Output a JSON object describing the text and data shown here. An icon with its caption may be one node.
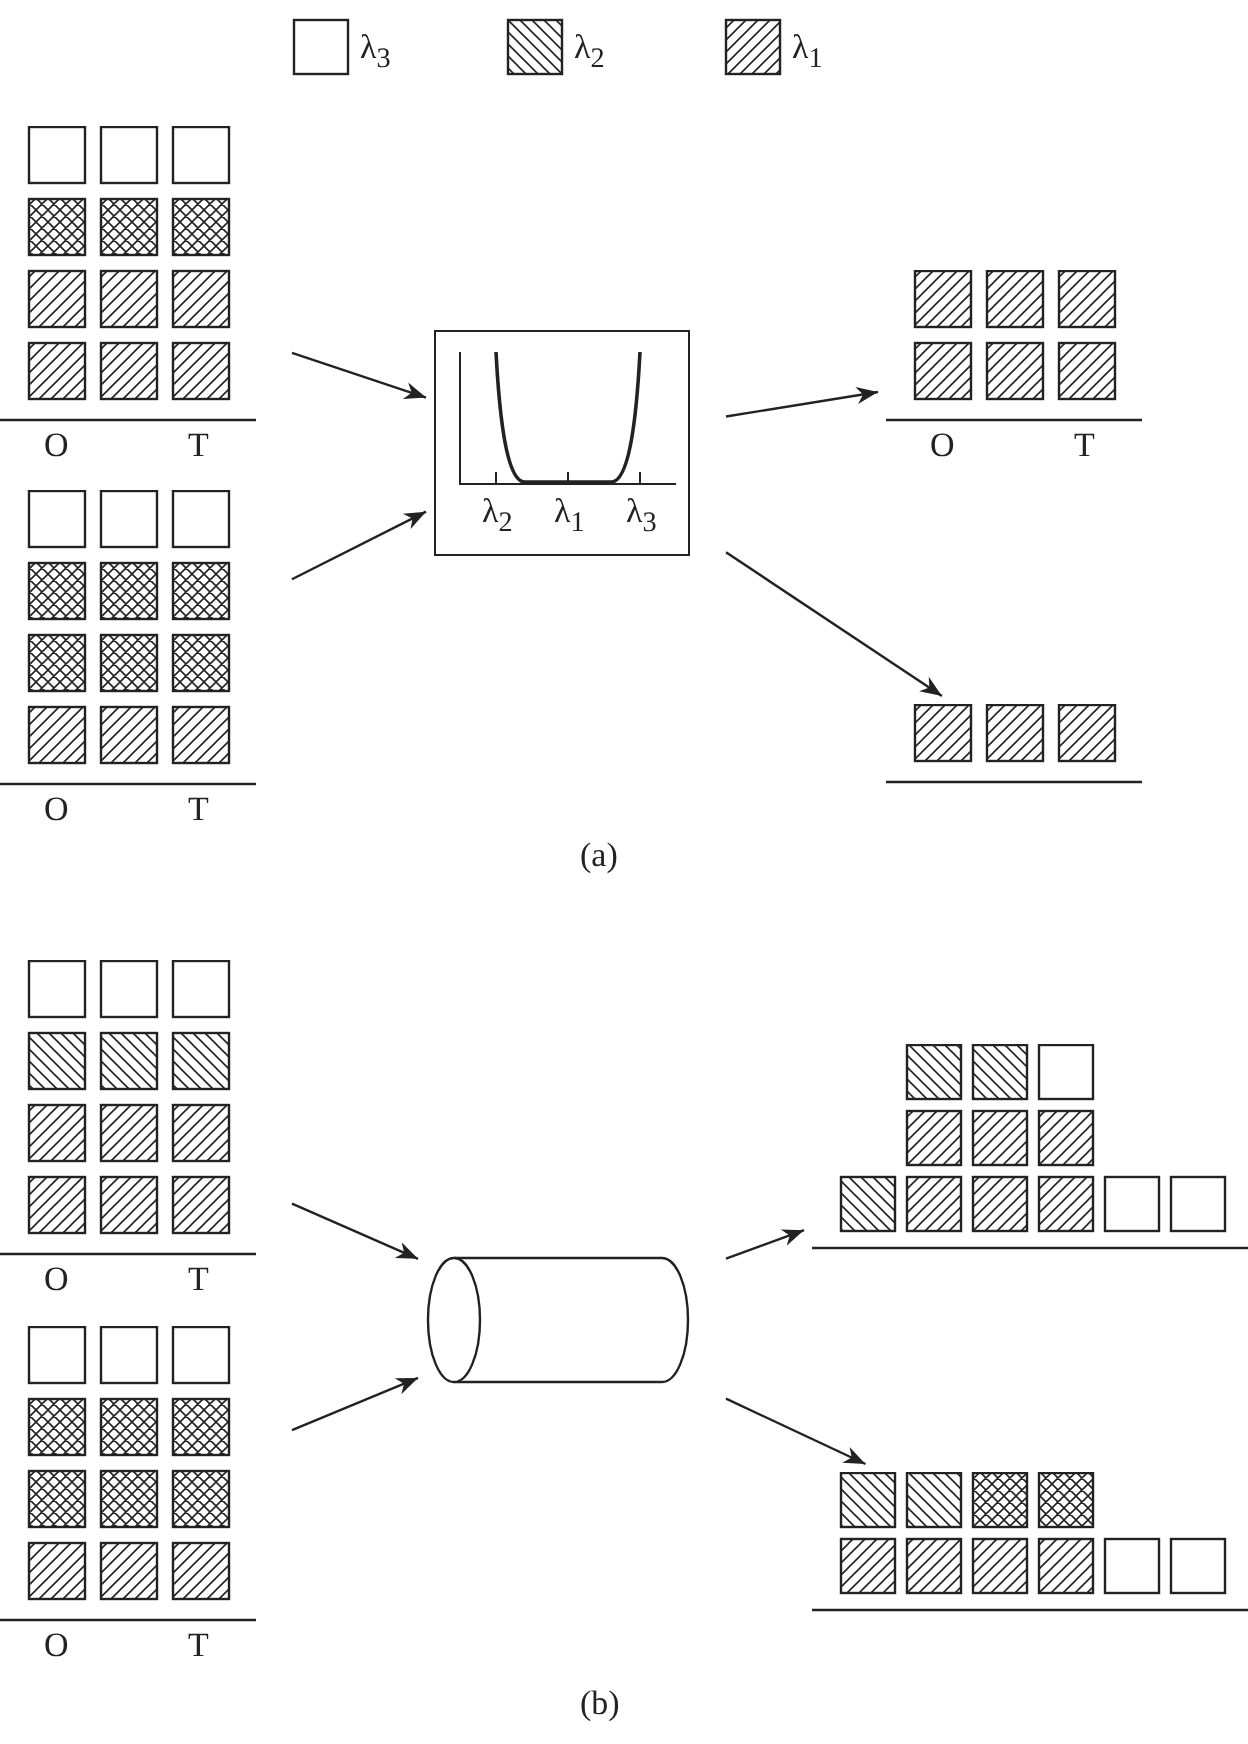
{
  "diagram": {
    "nodes": [
      {
        "text": [],
        "shape": "box",
        "beside": [
          "O",
          "T"
        ]
      },
      {
        "text": [],
        "shape": "box",
        "beside": [
          "O",
          "T"
        ]
      },
      {
        "text": [
          "λ$_{2}$",
          "λ$_{1}$",
          "λ$_{3}$"
        ]
      },
      {
        "text": [],
        "shape": "box",
        "beside": [
          "O",
          "T"
        ]
      },
      {
        "text": [],
        "shape": "box"
      },
      {
        "text": [],
        "shape": "box",
        "beside": [
          "O",
          "T"
        ]
      },
      {
        "text": [],
        "shape": "box",
        "beside": [
          "O",
          "T"
        ]
      },
      {
        "text": [],
        "shape": "cylinder"
      },
      {
        "text": [],
        "shape": "box"
      },
      {
        "text": [],
        "shape": "box"
      }
    ],
    "edges": [
      {
        "from": 0,
        "to": 2,
        "arrow": "to"
      },
      {
        "from": 1,
        "to": 2,
        "arrow": "to"
      },
      {
        "from": 2,
        "to": 3,
        "arrow": "to"
      },
      {
        "from": 2,
        "to": 4,
        "arrow": "to"
      },
      {
        "from": 5,
        "to": 7,
        "arrow": "to"
      },
      {
        "from": 6,
        "to": 7,
        "arrow": "to"
      },
      {
        "from": 7,
        "to": 8,
        "arrow": "to"
      },
      {
        "from": 7,
        "to": 9,
        "arrow": "to"
      }
    ],
    "labels": [
      "(a)",
      "(b)"
    ],
    "legend": [
      {
        "text": "λ$_{3}$"
      },
      {
        "text": "λ$_{2}$"
      },
      {
        "text": "λ$_{1}$"
      }
    ]
  }
}
